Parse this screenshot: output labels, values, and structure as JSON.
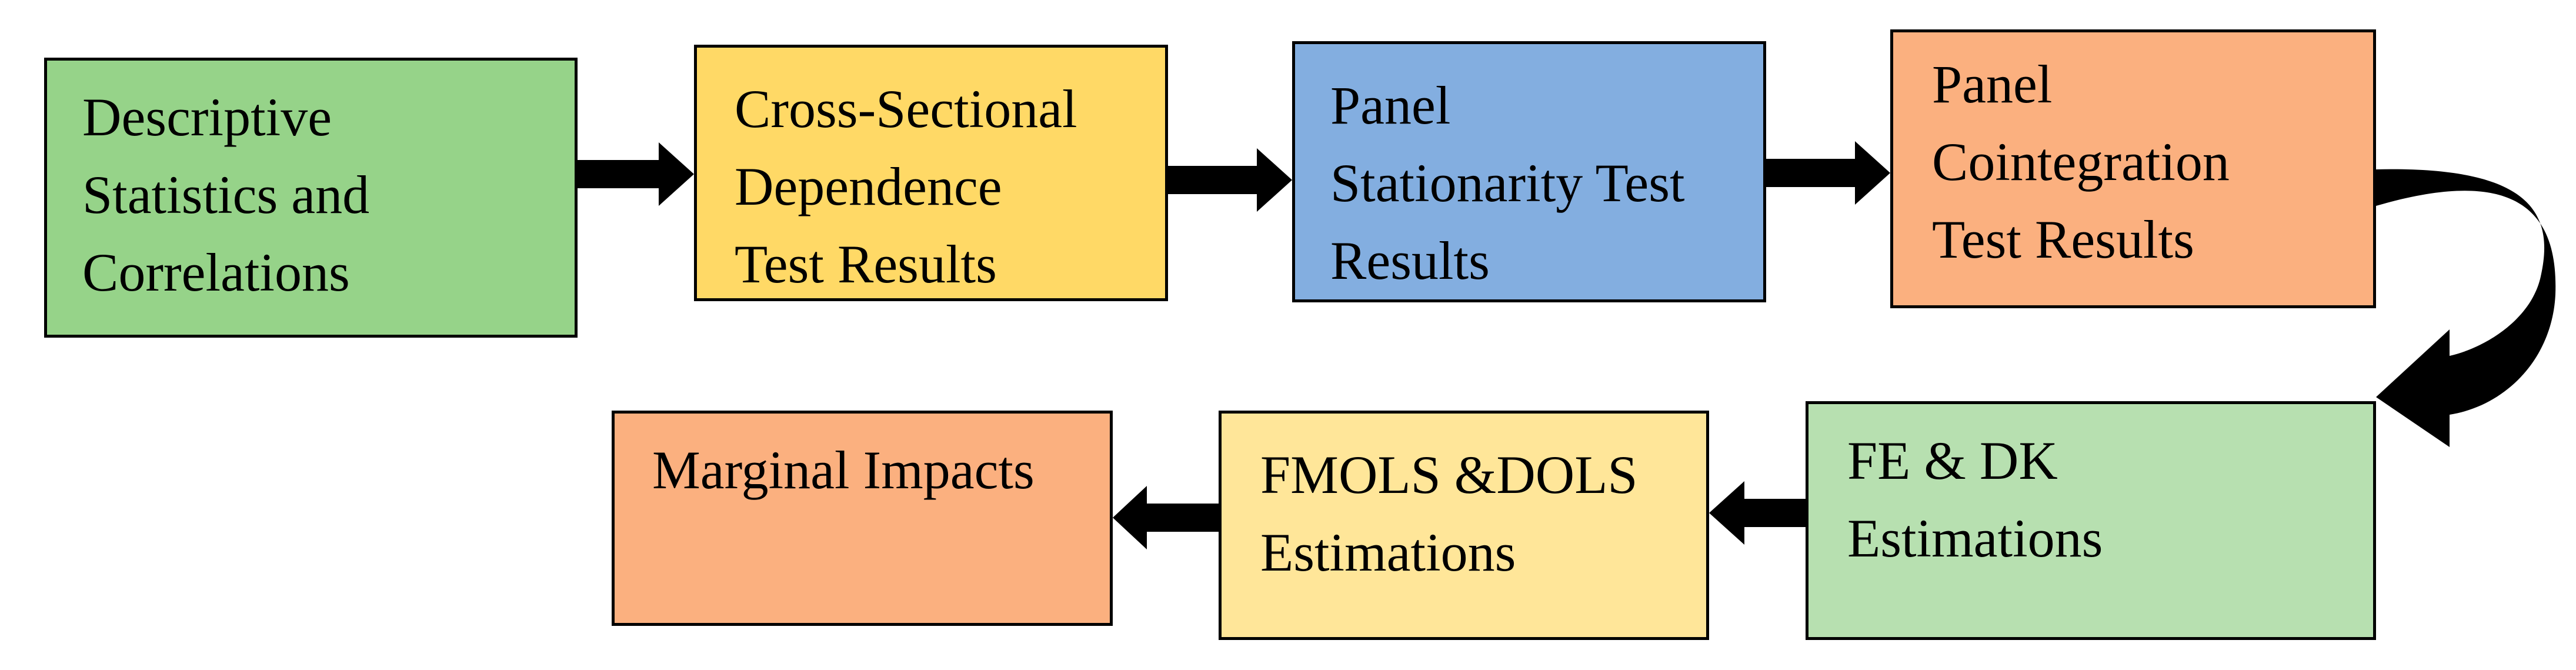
{
  "diagram": {
    "boxes": [
      {
        "id": "box-descriptive",
        "name": "box-descriptive-statistics",
        "text": "Descriptive\nStatistics and\nCorrelations",
        "fill": "#96d389"
      },
      {
        "id": "box-csd",
        "name": "box-cross-sectional-dependence",
        "text": "Cross-Sectional\nDependence\nTest Results",
        "fill": "#ffd966"
      },
      {
        "id": "box-stationarity",
        "name": "box-panel-stationarity",
        "text": "Panel\nStationarity Test\nResults",
        "fill": "#83aee0"
      },
      {
        "id": "box-cointegration",
        "name": "box-panel-cointegration",
        "text": "Panel\nCointegration\nTest Results",
        "fill": "#fbb07f"
      },
      {
        "id": "box-fe-dk",
        "name": "box-fe-dk-estimations",
        "text": "FE & DK\nEstimations",
        "fill": "#b7e0b0"
      },
      {
        "id": "box-fmols-dols",
        "name": "box-fmols-dols-estimations",
        "text": "FMOLS &DOLS\nEstimations",
        "fill": "#ffe699"
      },
      {
        "id": "box-marginal",
        "name": "box-marginal-impacts",
        "text": "Marginal Impacts",
        "fill": "#fbb07f"
      }
    ],
    "arrow_color": "#000000"
  }
}
